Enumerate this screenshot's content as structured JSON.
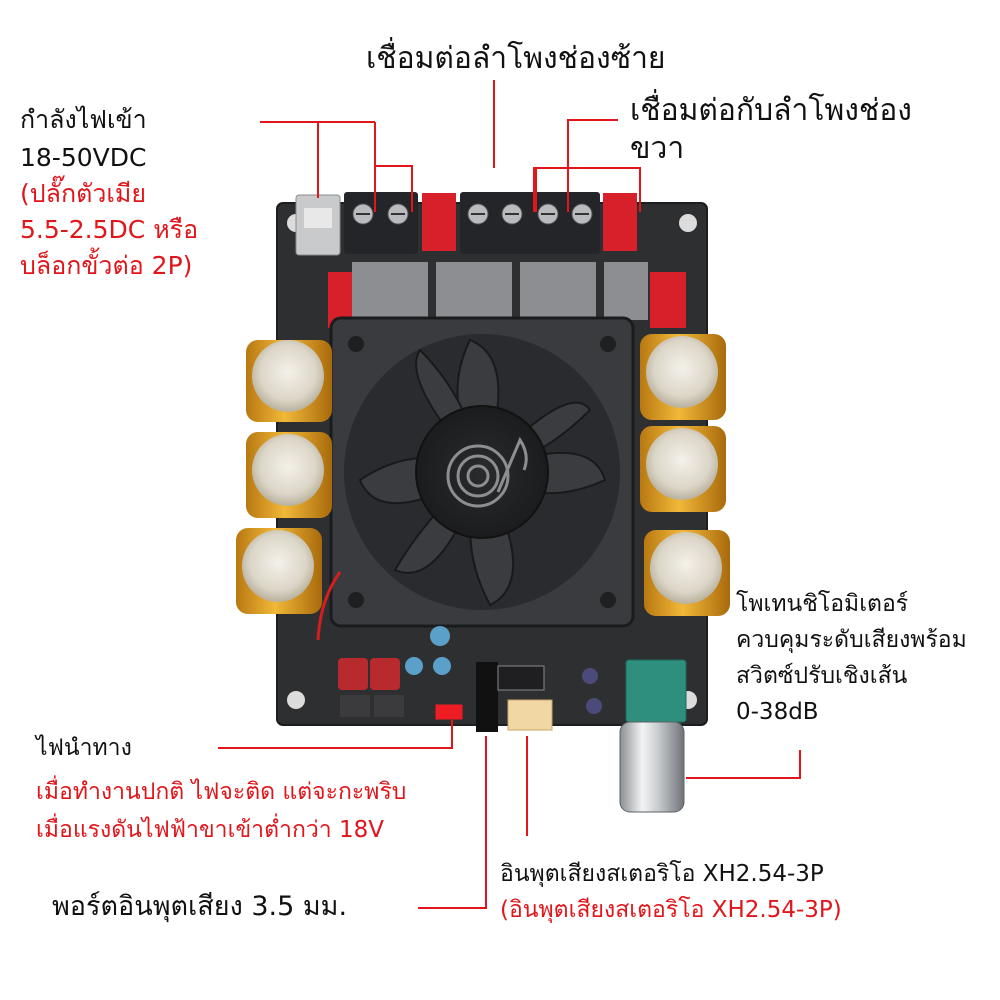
{
  "labels": {
    "left_speaker": "เชื่อมต่อลำโพงช่องซ้าย",
    "right_speaker": [
      "เชื่อมต่อกับลำโพงช่อง",
      "ขวา"
    ],
    "power": {
      "title": "กำลังไฟเข้า",
      "voltage": "18-50VDC",
      "note": [
        "(ปลั๊กตัวเมีย",
        "5.5-2.5DC หรือ",
        "บล็อกขั้วต่อ 2P)"
      ]
    },
    "potentiometer": [
      "โพเทนชิโอมิเตอร์",
      "ควบคุมระดับเสียงพร้อม",
      "สวิตซ์ปรับเชิงเส้น",
      "0-38dB"
    ],
    "indicator": {
      "title": "ไฟนำทาง",
      "note": [
        "เมื่อทำงานปกติ ไฟจะติด แต่จะกะพริบ",
        "เมื่อแรงดันไฟฟ้าขาเข้าต่ำกว่า 18V"
      ]
    },
    "xh_input": {
      "title": "อินพุตเสียงสเตอริโอ XH2.54-3P",
      "note": "(อินพุตเสียงสเตอริโอ XH2.54-3P)"
    },
    "audio_jack": "พอร์ตอินพุตเสียง 3.5 มม."
  },
  "colors": {
    "callout_line": "#e0161b",
    "pcb": "#2e2f31",
    "capacitor": "#e0a42a",
    "chip_red": "#d8202a",
    "pot_body": "#2f8f7e"
  }
}
